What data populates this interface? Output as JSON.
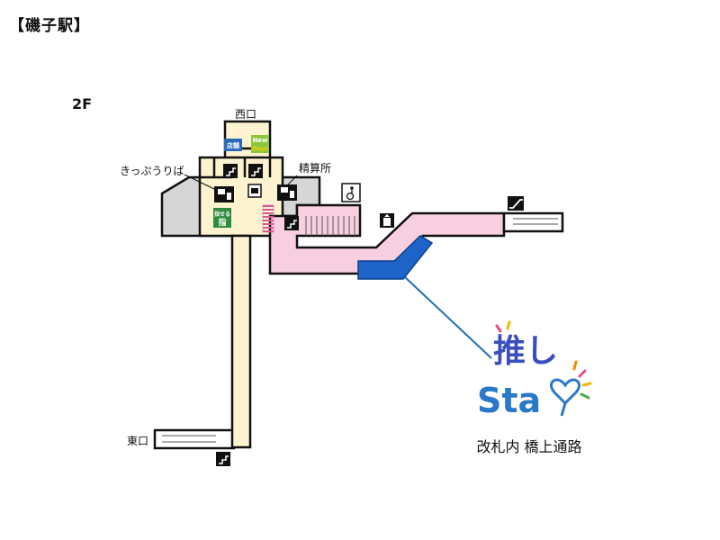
{
  "title": "【磯子駅】",
  "floor": "2F",
  "labels": {
    "west_exit": "西口",
    "east_exit": "東口",
    "ticket_office": "きっぷうりば",
    "fare_adjustment": "精算所"
  },
  "signs": {
    "shop": "店舗",
    "newdays_line1": "New",
    "newdays_line2": "Days",
    "finger_line1": "指せる",
    "finger_line2": "指"
  },
  "brand": {
    "line1": "推し",
    "line2": "Sta"
  },
  "caption": "改札内 橋上通路",
  "colors": {
    "concourse": "#fdf3d0",
    "paid_area": "#f8cfe0",
    "highlight": "#1e63c8",
    "leader": "#1f6cb0",
    "wall": "#111111",
    "station_room": "#d6d6d6",
    "shop_sign": "#2a6ab7",
    "newdays_sign": "#8cc63f",
    "finger_sign": "#2e8b3e"
  },
  "icons": {
    "stairs": "stairs-icon",
    "escalator": "escalator-icon",
    "elevator": "elevator-icon",
    "wheelchair": "wheelchair-icon",
    "ticket_machine": "ticket-machine-icon",
    "fare_machine": "fare-machine-icon",
    "gate": "ticket-gate-icon"
  }
}
